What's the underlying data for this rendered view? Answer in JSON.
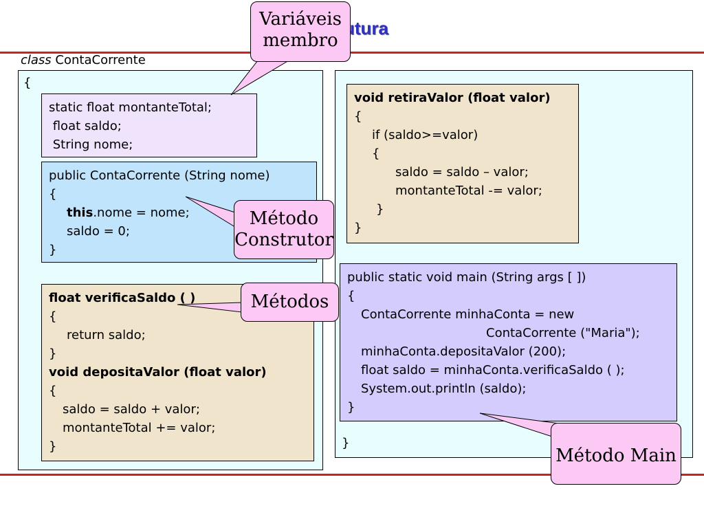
{
  "slide": {
    "title_visible": "utura",
    "class_keyword": "class",
    "class_name": "ContaCorrente"
  },
  "left_panel": {
    "open_brace": "{",
    "fields": [
      "static float montanteTotal;",
      " float saldo;",
      " String nome;"
    ],
    "constructor": {
      "signature": "public ContaCorrente (String nome)",
      "open": "{",
      "line1_keyword": "this",
      "line1_rest": ".nome = nome;",
      "line2": "saldo = 0;",
      "close": "}"
    },
    "methods": {
      "m1_signature": "float verificaSaldo ( )",
      "m1_open": "{",
      "m1_body": "return saldo;",
      "m1_close": "}",
      "m2_signature": "void depositaValor (float valor)",
      "m2_open": "{",
      "m2_body1": "saldo = saldo + valor;",
      "m2_body2": "montanteTotal += valor;",
      "m2_close": "}"
    }
  },
  "right_panel": {
    "retira": {
      "signature": "void retiraValor (float valor)",
      "l1": "{",
      "l2": "if (saldo>=valor)",
      "l3": "{",
      "l4": "saldo = saldo – valor;",
      "l5": "montanteTotal -= valor;",
      "l6": "}",
      "l7": "}"
    },
    "main": {
      "l1": "public static void main (String args [ ])",
      "l2": "{",
      "l3": "ContaCorrente minhaConta = new",
      "l4": "ContaCorrente (\"Maria\");",
      "l5": "minhaConta.depositaValor (200);",
      "l6": "float saldo = minhaConta.verificaSaldo ( );",
      "l7": "System.out.println (saldo);",
      "l8": "}"
    },
    "close_brace": "}"
  },
  "callouts": {
    "variaveis_line1": "Variáveis",
    "variaveis_line2": "membro",
    "construtor_line1": "Método",
    "construtor_line2": "Construtor",
    "metodos": "Métodos",
    "main": "Método Main"
  },
  "colors": {
    "rule": "#cc2020",
    "panel": "#e8fefe",
    "fields_box": "#f0e4fc",
    "constructor_box": "#c0e4fc",
    "methods_box": "#f0e4cc",
    "main_box": "#d4ccfc",
    "callout": "#fcc8f4",
    "title": "#3030c0"
  }
}
